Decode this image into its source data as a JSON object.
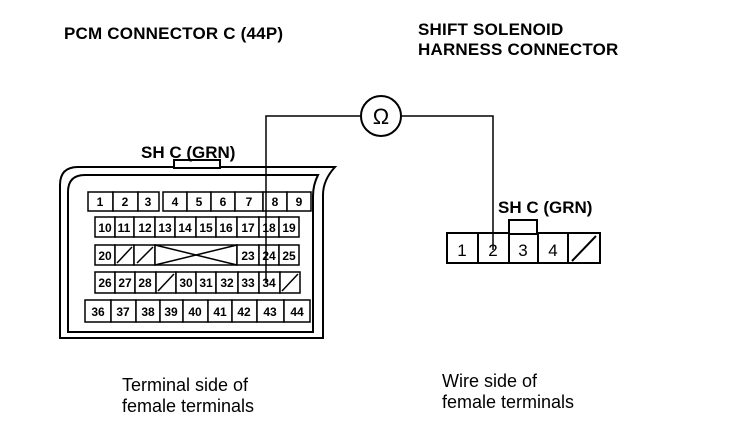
{
  "pcm_title": "PCM CONNECTOR C (44P)",
  "shift_title_line1": "SHIFT SOLENOID",
  "shift_title_line2": "HARNESS CONNECTOR",
  "pcm_pin_label": "SH C (GRN)",
  "shift_pin_label": "SH C (GRN)",
  "meter_symbol": "Ω",
  "pcm_caption_line1": "Terminal side of",
  "pcm_caption_line2": "female terminals",
  "shift_caption_line1": "Wire side of",
  "shift_caption_line2": "female terminals",
  "pcm_pins": {
    "row1": [
      "1",
      "2",
      "3",
      "4",
      "5",
      "6",
      "7",
      "8",
      "9"
    ],
    "row2": [
      "10",
      "11",
      "12",
      "13",
      "14",
      "15",
      "16",
      "17",
      "18",
      "19"
    ],
    "row3_left": [
      "20"
    ],
    "row3_right": [
      "23",
      "24",
      "25"
    ],
    "row4": [
      "26",
      "27",
      "28",
      "30",
      "31",
      "32",
      "33",
      "34"
    ],
    "row5": [
      "36",
      "37",
      "38",
      "39",
      "40",
      "41",
      "42",
      "43",
      "44"
    ]
  },
  "shift_pins": [
    "1",
    "2",
    "3",
    "4"
  ]
}
